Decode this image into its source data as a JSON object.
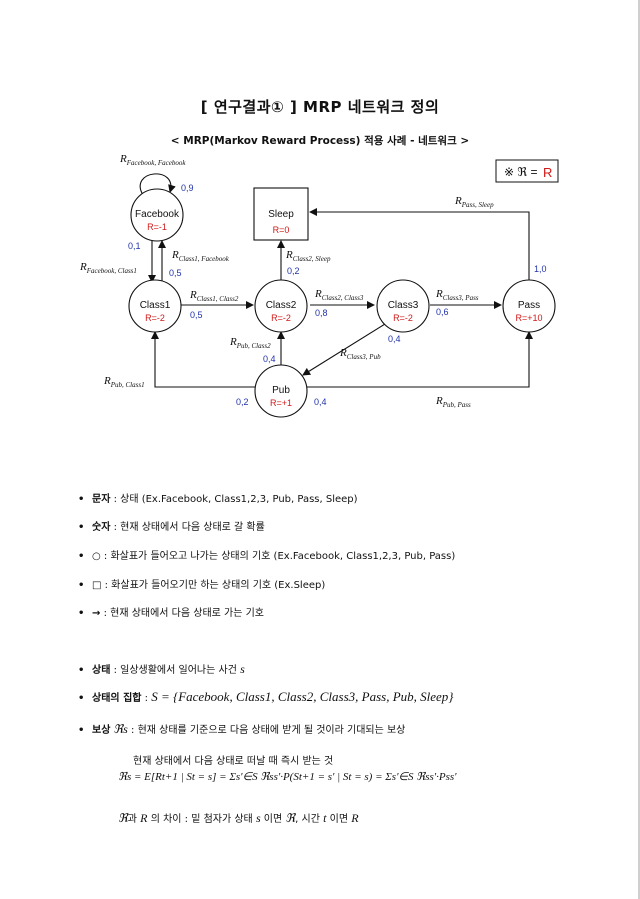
{
  "title": "[ 연구결과① ] MRP 네트워크 정의",
  "subtitle": "< MRP(Markov Reward Process) 적용 사례 - 네트워크 >",
  "legend": {
    "prefix": "※ ℜ = ",
    "r": "R"
  },
  "nodes": {
    "facebook": {
      "name": "Facebook",
      "reward": "R=-1"
    },
    "sleep": {
      "name": "Sleep",
      "reward": "R=0"
    },
    "class1": {
      "name": "Class1",
      "reward": "R=-2"
    },
    "class2": {
      "name": "Class2",
      "reward": "R=-2"
    },
    "class3": {
      "name": "Class3",
      "reward": "R=-2"
    },
    "pass": {
      "name": "Pass",
      "reward": "R=+10"
    },
    "pub": {
      "name": "Pub",
      "reward": "R=+1"
    }
  },
  "edges": {
    "fb_fb": {
      "r": "R",
      "sub": "Facebook, Facebook",
      "p": "0,9"
    },
    "fb_c1": {
      "r": "R",
      "sub": "Facebook, Class1",
      "p": "0,1"
    },
    "c1_fb": {
      "r": "R",
      "sub": "Class1, Facebook",
      "p": "0,5"
    },
    "c1_c2": {
      "r": "R",
      "sub": "Class1, Class2",
      "p": "0,5"
    },
    "c2_sleep": {
      "r": "R",
      "sub": "Class2, Sleep",
      "p": "0,2"
    },
    "c2_c3": {
      "r": "R",
      "sub": "Class2, Class3",
      "p": "0,8"
    },
    "c3_pass": {
      "r": "R",
      "sub": "Class3, Pass",
      "p": "0,6"
    },
    "pass_sleep": {
      "r": "R",
      "sub": "Pass, Sleep",
      "p": "1,0"
    },
    "pub_c2": {
      "r": "R",
      "sub": "Pub, Class2",
      "p": "0,4"
    },
    "c3_pub": {
      "r": "R",
      "sub": "Class3, Pub",
      "p": "0,4"
    },
    "pub_c1": {
      "r": "R",
      "sub": "Pub, Class1",
      "p": "0,2"
    },
    "pub_pass": {
      "r": "R",
      "sub": "Pub, Pass",
      "p": "0,4"
    }
  },
  "bullets1": [
    {
      "term": "문자",
      "text": " : 상태 (Ex.Facebook, Class1,2,3, Pub, Pass, Sleep)"
    },
    {
      "term": "숫자",
      "text": " : 현재 상태에서 다음 상태로 갈 확률"
    },
    {
      "term": "○",
      "text": " : 화살표가 들어오고 나가는 상태의 기호 (Ex.Facebook, Class1,2,3, Pub, Pass)"
    },
    {
      "term": "□",
      "text": " : 화살표가 들어오기만 하는 상태의 기호 (Ex.Sleep)"
    },
    {
      "term": "→",
      "text": " : 현재 상태에서 다음 상태로 가는 기호"
    }
  ],
  "bullets2": {
    "state": {
      "term": "상태",
      "text": " : 일상생활에서 일어나는 사건 ",
      "math": "s"
    },
    "set": {
      "term": "상태의 집합",
      "text": " : ",
      "math": "S = {Facebook, Class1, Class2, Class3, Pass, Pub, Sleep}"
    },
    "reward": {
      "term": "보상",
      "math": " ℜs",
      "text": " : 현재 상태를 기준으로 다음 상태에 받게 될 것이라 기대되는 보상"
    }
  },
  "formula": {
    "line1": "현재 상태에서 다음 상태로 떠날 때 즉시 받는 것",
    "line2": "ℜs = E[Rt+1 | St = s] = Σs'∈S ℜss'·P(St+1 = s' | St = s) = Σs'∈S ℜss'·Pss'",
    "line3_a": "ℜ",
    "line3_b": "과 ",
    "line3_c": "R",
    "line3_d": " 의 차이 : 밑 첨자가 상태 ",
    "line3_e": "s",
    "line3_f": " 이면 ",
    "line3_g": "ℜ",
    "line3_h": ", 시간 ",
    "line3_i": "t",
    "line3_j": " 이면 ",
    "line3_k": "R"
  }
}
